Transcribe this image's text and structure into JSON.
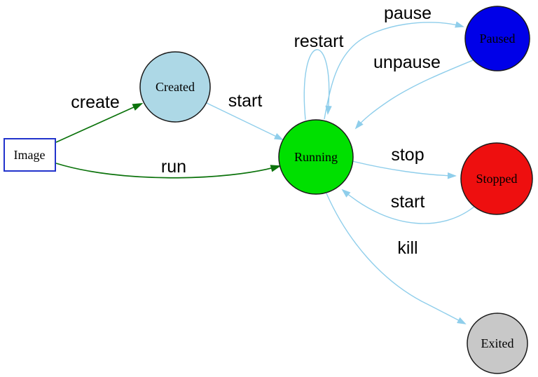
{
  "colors": {
    "background": "#ffffff",
    "edge_blue": "#8fceeb",
    "edge_green": "#0c730c",
    "node_border": "#1a1a1a",
    "image_border": "#2233cc",
    "label_text": "#000000"
  },
  "nodes": [
    {
      "id": "image",
      "label": "Image",
      "fill": "#ffffff",
      "shape": "rect"
    },
    {
      "id": "created",
      "label": "Created",
      "fill": "#add8e6",
      "shape": "circle"
    },
    {
      "id": "running",
      "label": "Running",
      "fill": "#00e000",
      "shape": "circle"
    },
    {
      "id": "paused",
      "label": "Paused",
      "fill": "#0000e8",
      "shape": "circle"
    },
    {
      "id": "stopped",
      "label": "Stopped",
      "fill": "#ee0f0f",
      "shape": "circle"
    },
    {
      "id": "exited",
      "label": "Exited",
      "fill": "#c8c8c8",
      "shape": "circle"
    }
  ],
  "edges": [
    {
      "id": "create",
      "label": "create",
      "from": "Image",
      "to": "Created",
      "color_group": "green"
    },
    {
      "id": "run",
      "label": "run",
      "from": "Image",
      "to": "Running",
      "color_group": "green"
    },
    {
      "id": "start-created-running",
      "label": "start",
      "from": "Created",
      "to": "Running",
      "color_group": "blue"
    },
    {
      "id": "restart",
      "label": "restart",
      "from": "Running",
      "to": "Running",
      "color_group": "blue"
    },
    {
      "id": "pause",
      "label": "pause",
      "from": "Running",
      "to": "Paused",
      "color_group": "blue"
    },
    {
      "id": "unpause",
      "label": "unpause",
      "from": "Paused",
      "to": "Running",
      "color_group": "blue"
    },
    {
      "id": "stop",
      "label": "stop",
      "from": "Running",
      "to": "Stopped",
      "color_group": "blue"
    },
    {
      "id": "start-stopped-running",
      "label": "start",
      "from": "Stopped",
      "to": "Running",
      "color_group": "blue"
    },
    {
      "id": "kill",
      "label": "kill",
      "from": "Running",
      "to": "Exited",
      "color_group": "blue"
    }
  ]
}
